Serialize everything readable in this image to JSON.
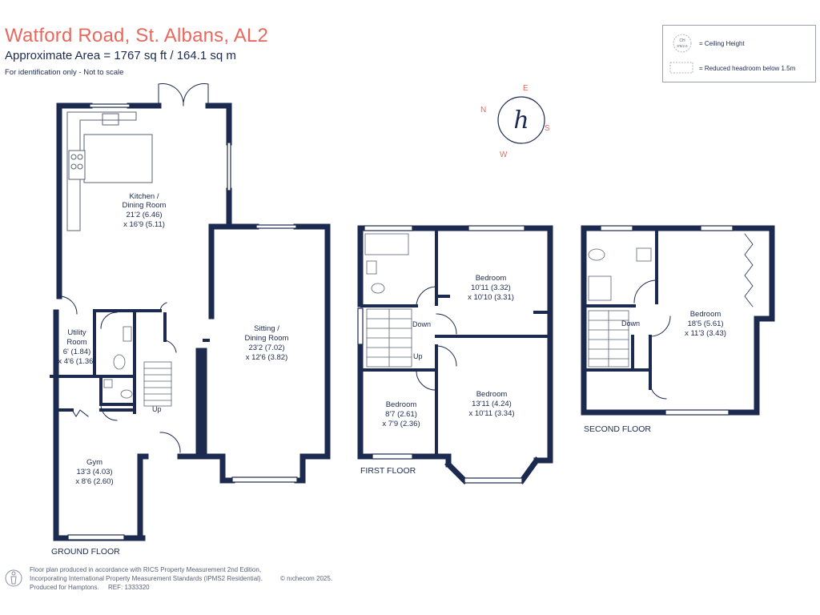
{
  "header": {
    "title": "Watford Road, St. Albans, AL2",
    "area": "Approximate Area = 1767 sq ft / 164.1 sq m",
    "disclaimer": "For identification only - Not to scale"
  },
  "legend": {
    "ceiling_icon_top": "CH",
    "ceiling_icon_bottom": "8'5/2.6",
    "ceiling_label": "= Ceiling Height",
    "reduced_label": "= Reduced headroom below 1.5m"
  },
  "compass": {
    "n": "N",
    "e": "E",
    "s": "S",
    "w": "W",
    "logo_letter": "h"
  },
  "ground_floor": {
    "label": "GROUND FLOOR",
    "kitchen": [
      "Kitchen /",
      "Dining Room",
      "21'2 (6.46)",
      "x 16'9 (5.11)"
    ],
    "sitting": [
      "Sitting /",
      "Dining Room",
      "23'2 (7.02)",
      "x 12'6 (3.82)"
    ],
    "utility": [
      "Utility",
      "Room",
      "6' (1.84)",
      "x 4'6 (1.36)"
    ],
    "gym": [
      "Gym",
      "13'3 (4.03)",
      "x 8'6 (2.60)"
    ],
    "stairs_up": "Up"
  },
  "first_floor": {
    "label": "FIRST FLOOR",
    "bedroom1": [
      "Bedroom",
      "10'11 (3.32)",
      "x 10'10 (3.31)"
    ],
    "bedroom2": [
      "Bedroom",
      "13'11 (4.24)",
      "x 10'11 (3.34)"
    ],
    "bedroom3": [
      "Bedroom",
      "8'7 (2.61)",
      "x 7'9 (2.36)"
    ],
    "stairs_down": "Down",
    "stairs_up": "Up"
  },
  "second_floor": {
    "label": "SECOND FLOOR",
    "bedroom": [
      "Bedroom",
      "18'5 (5.61)",
      "x 11'3 (3.43)"
    ],
    "stairs_down": "Down"
  },
  "footer": {
    "line1": "Floor plan produced in accordance with RICS Property Measurement 2nd Edition,",
    "line2": "Incorporating International Property Measurement Standards (IPMS2 Residential).",
    "line3": "Produced for Hamptons.",
    "ref": "REF:  1333320",
    "copyright": "© nıchecom 2025."
  },
  "colors": {
    "wall": "#1b2a4e",
    "title": "#e8685e",
    "accent": "#e8685e"
  }
}
